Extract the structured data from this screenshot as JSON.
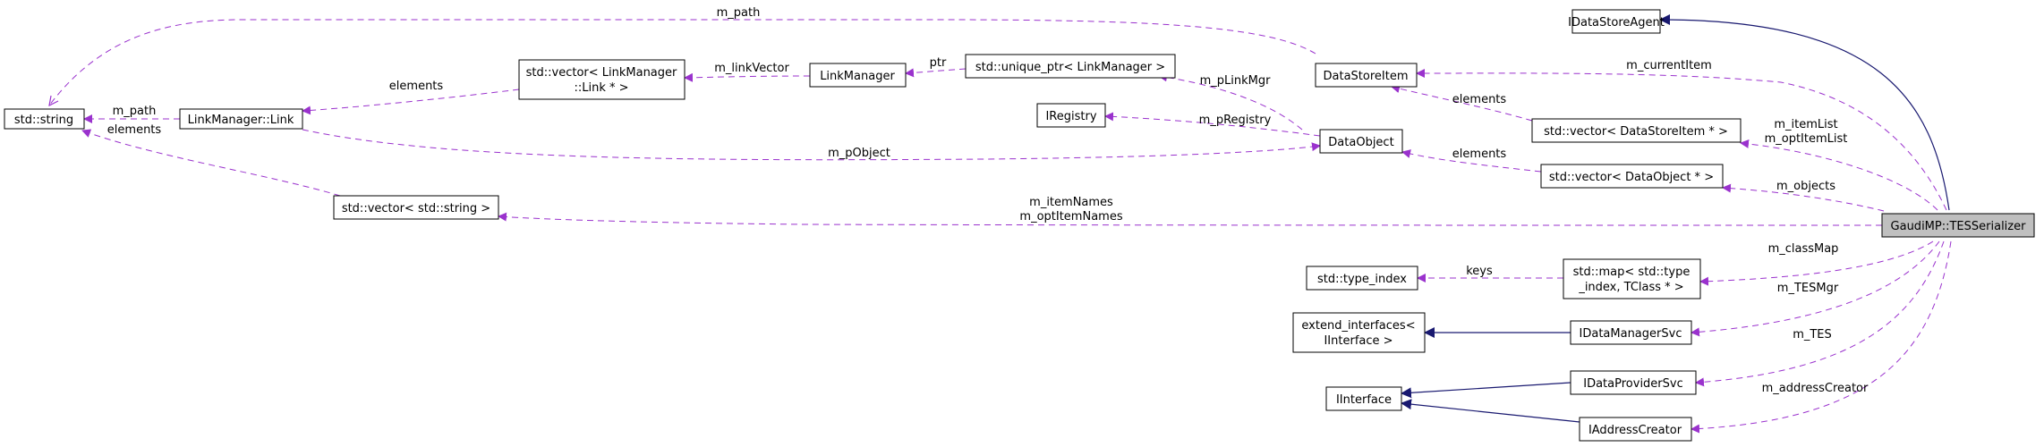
{
  "diagram": {
    "colors": {
      "usage_edge": "#9a32cd",
      "inheritance_edge": "#191970",
      "focus_node_fill": "#bfbfbf",
      "node_fill": "#ffffff"
    },
    "nodes": {
      "std_string": "std::string",
      "link": "LinkManager::Link",
      "vector_link_1": "std::vector< LinkManager",
      "vector_link_2": "::Link * >",
      "link_manager": "LinkManager",
      "unique_ptr": "std::unique_ptr< LinkManager >",
      "iregistry": "IRegistry",
      "data_store_item": "DataStoreItem",
      "data_object": "DataObject",
      "idatastoreagent": "IDataStoreAgent",
      "vector_dsi": "std::vector< DataStoreItem * >",
      "vector_dataobject": "std::vector< DataObject * >",
      "vector_string": "std::vector< std::string >",
      "tes_serializer": "GaudiMP::TESSerializer",
      "type_index": "std::type_index",
      "map_1": "std::map< std::type",
      "map_2": "_index, TClass * >",
      "extend_1": "extend_interfaces<",
      "extend_2": "IInterface >",
      "idatamanagersvc": "IDataManagerSvc",
      "iinterface": "IInterface",
      "idataprovidersvc": "IDataProviderSvc",
      "iaddresscreator": "IAddressCreator"
    },
    "edge_labels": {
      "m_path_top": "m_path",
      "m_path_link": "m_path",
      "elements_vec_link": "elements",
      "elements_vec_string": "elements",
      "m_linkVector": "m_linkVector",
      "ptr": "ptr",
      "m_pLinkMgr": "m_pLinkMgr",
      "m_pRegistry": "m_pRegistry",
      "m_pObject": "m_pObject",
      "m_currentItem": "m_currentItem",
      "elements_dsi": "elements",
      "m_itemList": "m_itemList",
      "m_optItemList": "m_optItemList",
      "elements_dataobject": "elements",
      "m_objects": "m_objects",
      "m_itemNames": "m_itemNames",
      "m_optItemNames": "m_optItemNames",
      "m_classMap": "m_classMap",
      "keys": "keys",
      "m_TESMgr": "m_TESMgr",
      "m_TES": "m_TES",
      "m_addressCreator": "m_addressCreator"
    }
  }
}
